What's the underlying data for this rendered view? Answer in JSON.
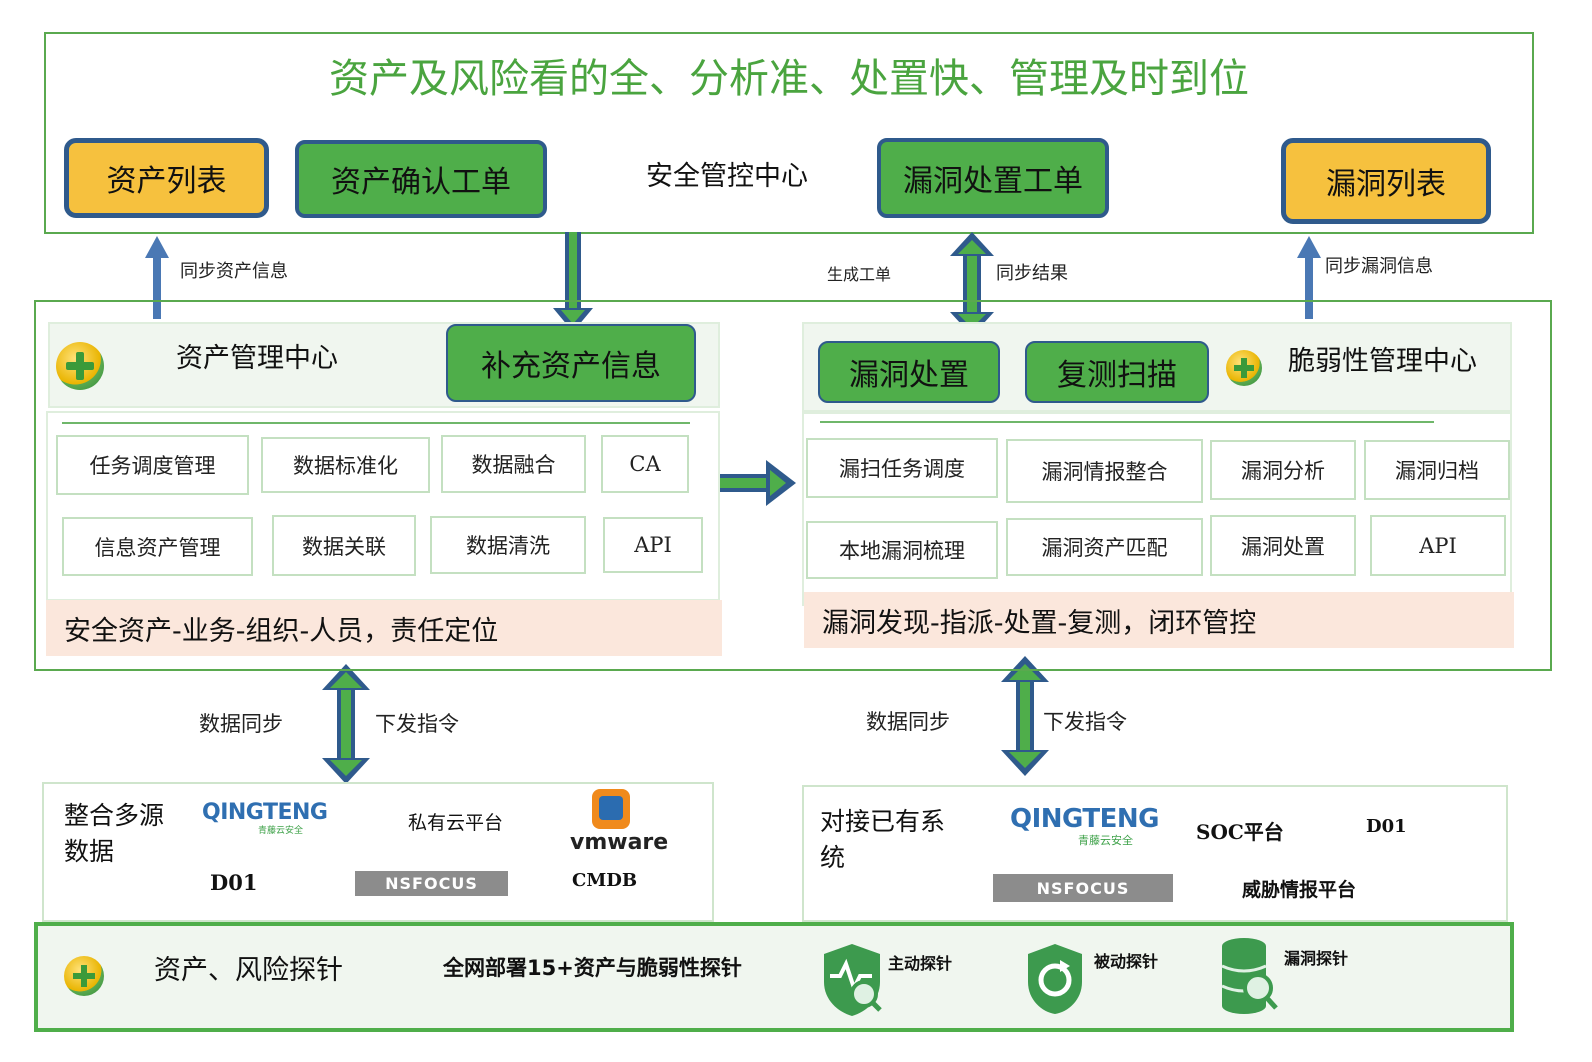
{
  "top": {
    "title": "资产及风险看的全、分析准、处置快、管理及时到位",
    "center_label": "安全管控中心",
    "buttons": {
      "asset_list": "资产列表",
      "asset_confirm": "资产确认工单",
      "vuln_order": "漏洞处置工单",
      "vuln_list": "漏洞列表"
    }
  },
  "arrows": {
    "sync_asset": "同步资产信息",
    "gen_order": "生成工单",
    "sync_result": "同步结果",
    "sync_vuln": "同步漏洞信息",
    "left_data_sync": "数据同步",
    "left_cmd": "下发指令",
    "right_data_sync": "数据同步",
    "right_cmd": "下发指令"
  },
  "asset_center": {
    "title": "资产管理中心",
    "supplement": "补充资产信息",
    "cells_row1": [
      "任务调度管理",
      "数据标准化",
      "数据融合",
      "CA"
    ],
    "cells_row2": [
      "信息资产管理",
      "数据关联",
      "数据清洗",
      "API"
    ],
    "band": "安全资产-业务-组织-人员，责任定位"
  },
  "vuln_center": {
    "title": "脆弱性管理中心",
    "btn_handle": "漏洞处置",
    "btn_rescan": "复测扫描",
    "cells_row1": [
      "漏扫任务调度",
      "漏洞情报整合",
      "漏洞分析",
      "漏洞归档"
    ],
    "cells_row2": [
      "本地漏洞梳理",
      "漏洞资产匹配",
      "漏洞处置",
      "API"
    ],
    "band": "漏洞发现-指派-处置-复测，闭环管控"
  },
  "sources_left": {
    "title": "整合多源数据",
    "qingteng": "QINGTENG",
    "qingteng_sub": "青藤云安全",
    "private_cloud": "私有云平台",
    "vmware": "vmware",
    "d01": "D01",
    "nsfocus": "NSFOCUS",
    "cmdb": "CMDB"
  },
  "sources_right": {
    "title": "对接已有系统",
    "qingteng": "QINGTENG",
    "qingteng_sub": "青藤云安全",
    "soc": "SOC平台",
    "d01": "D01",
    "nsfocus": "NSFOCUS",
    "threat": "威胁情报平台"
  },
  "probe": {
    "title": "资产、风险探针",
    "desc": "全网部署15+资产与脆弱性探针",
    "active": "主动探针",
    "passive": "被动探针",
    "vuln": "漏洞探针"
  },
  "colors": {
    "green": "#4fae4a",
    "yellow": "#f6c13e",
    "blue_border": "#2f5a8c",
    "arrow_blue": "#4a78b4",
    "band": "#fbe7dc"
  }
}
